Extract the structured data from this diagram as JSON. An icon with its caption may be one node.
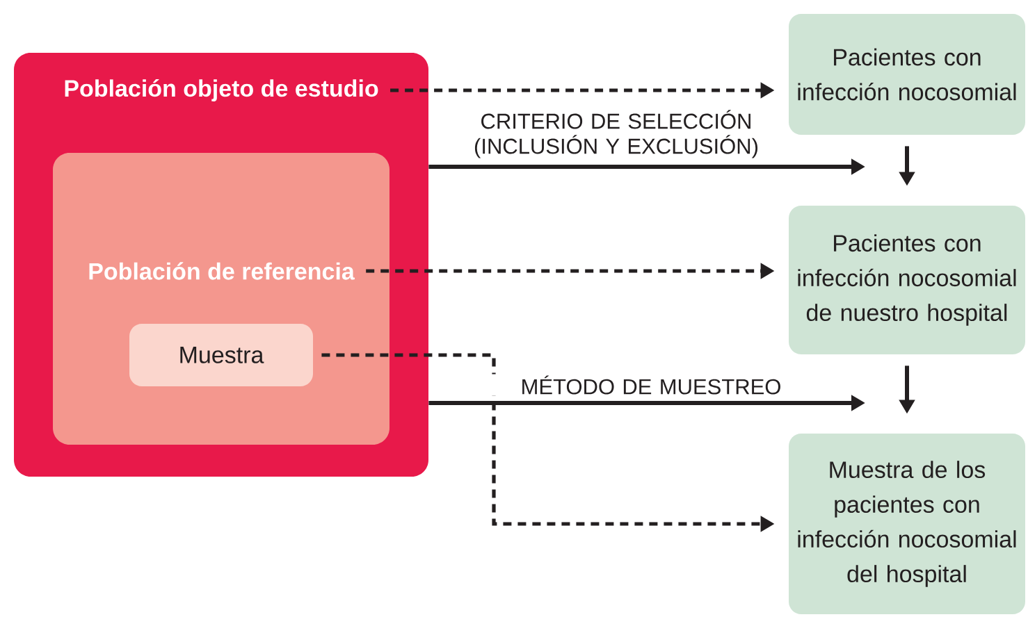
{
  "diagram": {
    "nodes": [
      {
        "text": [
          "Población objeto de estudio"
        ]
      },
      {
        "text": [
          "Población de referencia"
        ],
        "in": 0
      },
      {
        "text": [
          "Muestra"
        ],
        "in": 1
      },
      {
        "text": [
          "Pacientes con infección nocosomial"
        ]
      },
      {
        "text": [
          "Pacientes con infección nocosomial de nuestro hospital"
        ]
      },
      {
        "text": [
          "Muestra de los pacientes con infección nocosomial del hospital"
        ]
      }
    ],
    "edges": [
      {
        "from": 0,
        "to": 3,
        "arrow": "to",
        "style": "dashed"
      },
      {
        "from": 0,
        "to": null,
        "arrow": "to",
        "label": "CRITERIO DE SELECCIÓN (INCLUSIÓN Y EXCLUSIÓN)"
      },
      {
        "from": 3,
        "to": 4,
        "arrow": "to"
      },
      {
        "from": 1,
        "to": 4,
        "arrow": "to",
        "style": "dashed"
      },
      {
        "from": 2,
        "to": 5,
        "arrow": "to",
        "style": "dashed"
      },
      {
        "from": 0,
        "to": null,
        "arrow": "to",
        "label": "MÉTODO DE MUESTREO"
      },
      {
        "from": 4,
        "to": 5,
        "arrow": "to"
      }
    ]
  }
}
